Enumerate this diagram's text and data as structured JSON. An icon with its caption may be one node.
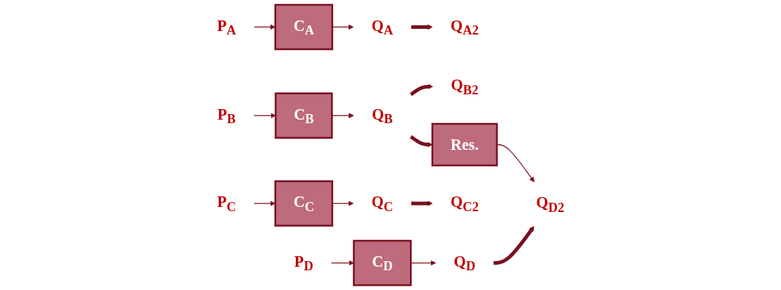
{
  "diagram": {
    "nodes": [
      {
        "text": [
          "P$_{A}$"
        ]
      },
      {
        "text": [
          "C$_{A}$"
        ]
      },
      {
        "text": [
          "Q$_{A}$"
        ]
      },
      {
        "text": [
          "Q$_{A2}$"
        ]
      },
      {
        "text": [
          "P$_{B}$"
        ]
      },
      {
        "text": [
          "C$_{B}$"
        ]
      },
      {
        "text": [
          "Q$_{B}$"
        ]
      },
      {
        "text": [
          "Q$_{B2}$"
        ]
      },
      {
        "text": [
          "Res."
        ]
      },
      {
        "text": [
          "P$_{C}$"
        ]
      },
      {
        "text": [
          "C$_{C}$"
        ]
      },
      {
        "text": [
          "Q$_{C}$"
        ]
      },
      {
        "text": [
          "Q$_{C2}$"
        ]
      },
      {
        "text": [
          "P$_{D}$"
        ]
      },
      {
        "text": [
          "C$_{D}$"
        ]
      },
      {
        "text": [
          "Q$_{D}$"
        ]
      },
      {
        "text": [
          "Q$_{D2}$"
        ]
      }
    ],
    "edges": [
      {
        "from": 0,
        "to": 1,
        "arrow": "to"
      },
      {
        "from": 1,
        "to": 2,
        "arrow": "to"
      },
      {
        "from": 2,
        "to": 3,
        "arrow": "to",
        "style": "thick"
      },
      {
        "from": 4,
        "to": 5,
        "arrow": "to"
      },
      {
        "from": 5,
        "to": 6,
        "arrow": "to"
      },
      {
        "from": 6,
        "to": 7,
        "arrow": "to",
        "style": "thick"
      },
      {
        "from": 6,
        "to": 8,
        "arrow": "to",
        "style": "thick"
      },
      {
        "from": 9,
        "to": 10,
        "arrow": "to"
      },
      {
        "from": 10,
        "to": 11,
        "arrow": "to"
      },
      {
        "from": 11,
        "to": 12,
        "arrow": "to",
        "style": "thick"
      },
      {
        "from": 13,
        "to": 14,
        "arrow": "to"
      },
      {
        "from": 14,
        "to": 15,
        "arrow": "to"
      },
      {
        "from": 15,
        "to": 16,
        "arrow": "to",
        "style": "thick"
      },
      {
        "from": 8,
        "to": 16,
        "arrow": "to"
      }
    ]
  }
}
